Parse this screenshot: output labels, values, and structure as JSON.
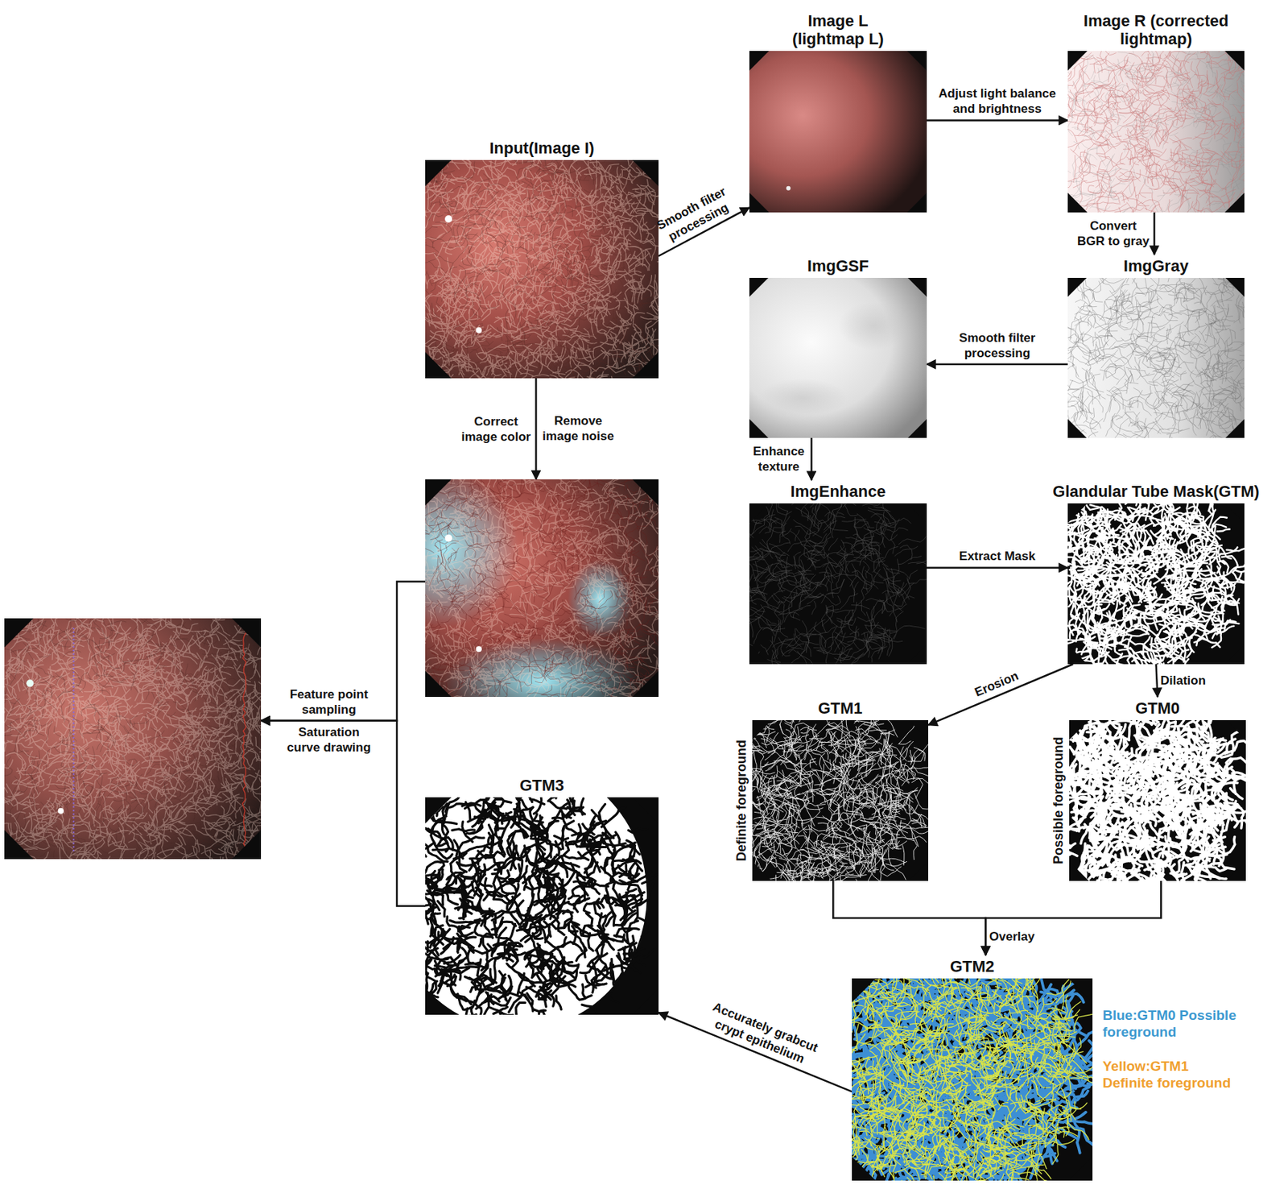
{
  "diagram": {
    "nodes": [
      {
        "text": [
          "Input(Image I)"
        ]
      },
      {
        "text": [
          "Image L (lightmap L)"
        ]
      },
      {
        "text": [
          "Image R (corrected lightmap)"
        ]
      },
      {
        "text": [
          "ImgGray"
        ]
      },
      {
        "text": [
          "ImgGSF"
        ]
      },
      {
        "text": [
          "ImgEnhance"
        ]
      },
      {
        "text": [
          "Glandular Tube Mask(GTM)"
        ]
      },
      {
        "text": [
          "GTM1",
          "Definite foreground"
        ]
      },
      {
        "text": [
          "GTM0",
          "Possible foreground"
        ]
      },
      {
        "text": [
          "GTM2"
        ]
      },
      {
        "text": [
          "GTM3"
        ]
      },
      {
        "text": []
      },
      {
        "text": []
      }
    ],
    "edges": [
      {
        "from": 0,
        "to": 1,
        "arrow": "to",
        "label": "Smooth filter processing"
      },
      {
        "from": 1,
        "to": 2,
        "arrow": "to",
        "label": "Adjust light balance and brightness"
      },
      {
        "from": 2,
        "to": 3,
        "arrow": "to",
        "label": "Convert BGR to gray"
      },
      {
        "from": 3,
        "to": 4,
        "arrow": "to",
        "label": "Smooth filter processing"
      },
      {
        "from": 4,
        "to": 5,
        "arrow": "to",
        "label": "Enhance texture"
      },
      {
        "from": 5,
        "to": 6,
        "arrow": "to",
        "label": "Extract Mask"
      },
      {
        "from": 6,
        "to": 7,
        "arrow": "to",
        "label": "Erosion"
      },
      {
        "from": 6,
        "to": 8,
        "arrow": "to",
        "label": "Dilation"
      },
      {
        "from": 7,
        "to": 9,
        "arrow": "to",
        "label": "Overlay"
      },
      {
        "from": 8,
        "to": 9,
        "arrow": "to"
      },
      {
        "from": 9,
        "to": 10,
        "arrow": "to",
        "label": "Accurately grabcut crypt epithelium"
      },
      {
        "from": 0,
        "to": 11,
        "arrow": "to",
        "label": "Correct image color"
      },
      {
        "from": 11,
        "to": 12,
        "arrow": "to",
        "label": "Feature point sampling"
      },
      {
        "from": 10,
        "to": 12,
        "arrow": "to",
        "label": "Saturation curve drawing"
      }
    ],
    "labels": [
      "Remove image noise"
    ],
    "legend": [
      {
        "text": "Blue:GTM0 Possible foreground",
        "color": "#3d9ad1"
      },
      {
        "text": "Yellow:GTM1 Definite foreground",
        "color": "#f0a030"
      }
    ]
  }
}
